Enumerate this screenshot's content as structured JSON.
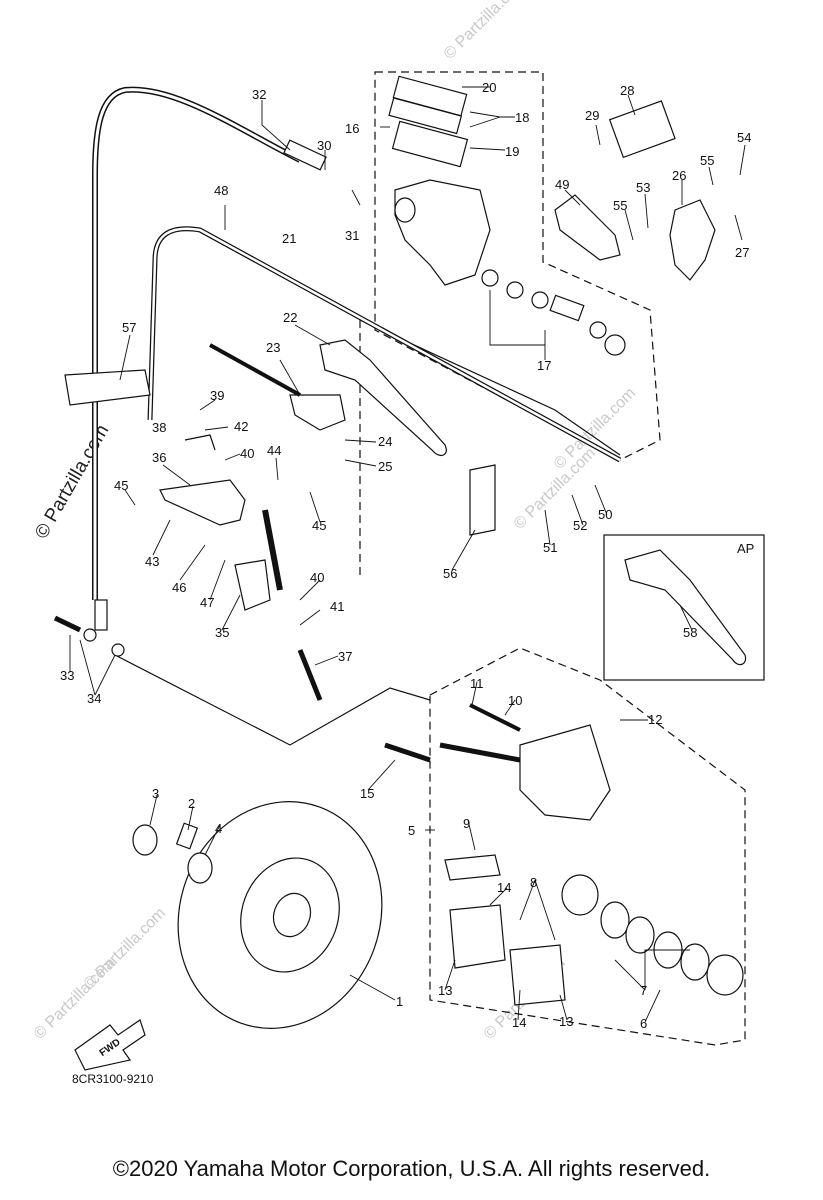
{
  "diagram": {
    "callouts": [
      "1",
      "2",
      "3",
      "4",
      "5",
      "6",
      "7",
      "8",
      "9",
      "10",
      "11",
      "12",
      "13",
      "13",
      "14",
      "14",
      "15",
      "16",
      "17",
      "18",
      "19",
      "20",
      "21",
      "22",
      "23",
      "24",
      "25",
      "26",
      "27",
      "28",
      "29",
      "30",
      "31",
      "32",
      "33",
      "34",
      "35",
      "36",
      "37",
      "38",
      "39",
      "40",
      "40",
      "41",
      "42",
      "43",
      "44",
      "45",
      "45",
      "46",
      "47",
      "48",
      "49",
      "50",
      "51",
      "52",
      "53",
      "54",
      "55",
      "55",
      "56",
      "57",
      "58"
    ],
    "variant_label": "AP",
    "fwd_label": "FWD",
    "drawing_code": "8CR3100-9210",
    "watermark_side": "© Partzilla.com",
    "watermark_faint": "© Partzilla.com"
  },
  "footer": {
    "copyright": "©2020 Yamaha Motor Corporation, U.S.A. All rights reserved."
  }
}
